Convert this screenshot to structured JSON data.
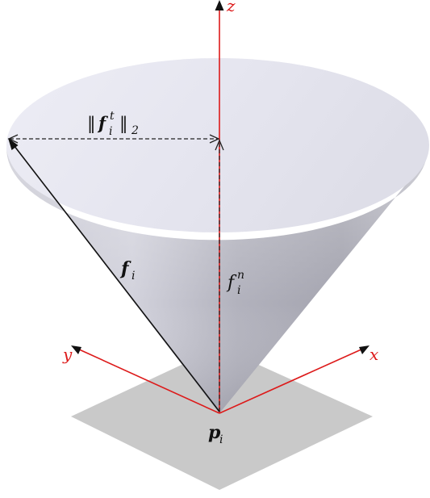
{
  "colors": {
    "axis": "#dd1a1a",
    "plane": "#c8c8c8",
    "cone_light": "#eeeef6",
    "cone_dark": "#9a9aa6",
    "top_face": "#e3e3ee",
    "vector": "#111111"
  },
  "axes": {
    "z": "z",
    "x": "x",
    "y": "y"
  },
  "labels": {
    "norm_main": "‖",
    "norm_f": "f",
    "norm_sub": "i",
    "norm_sup": "t",
    "norm_close": "‖",
    "norm_two": "2",
    "fi_f": "f",
    "fi_sub": "i",
    "fin_f": "f",
    "fin_sub": "i",
    "fin_sup": "n",
    "pi_p": "p",
    "pi_sub": "i"
  }
}
